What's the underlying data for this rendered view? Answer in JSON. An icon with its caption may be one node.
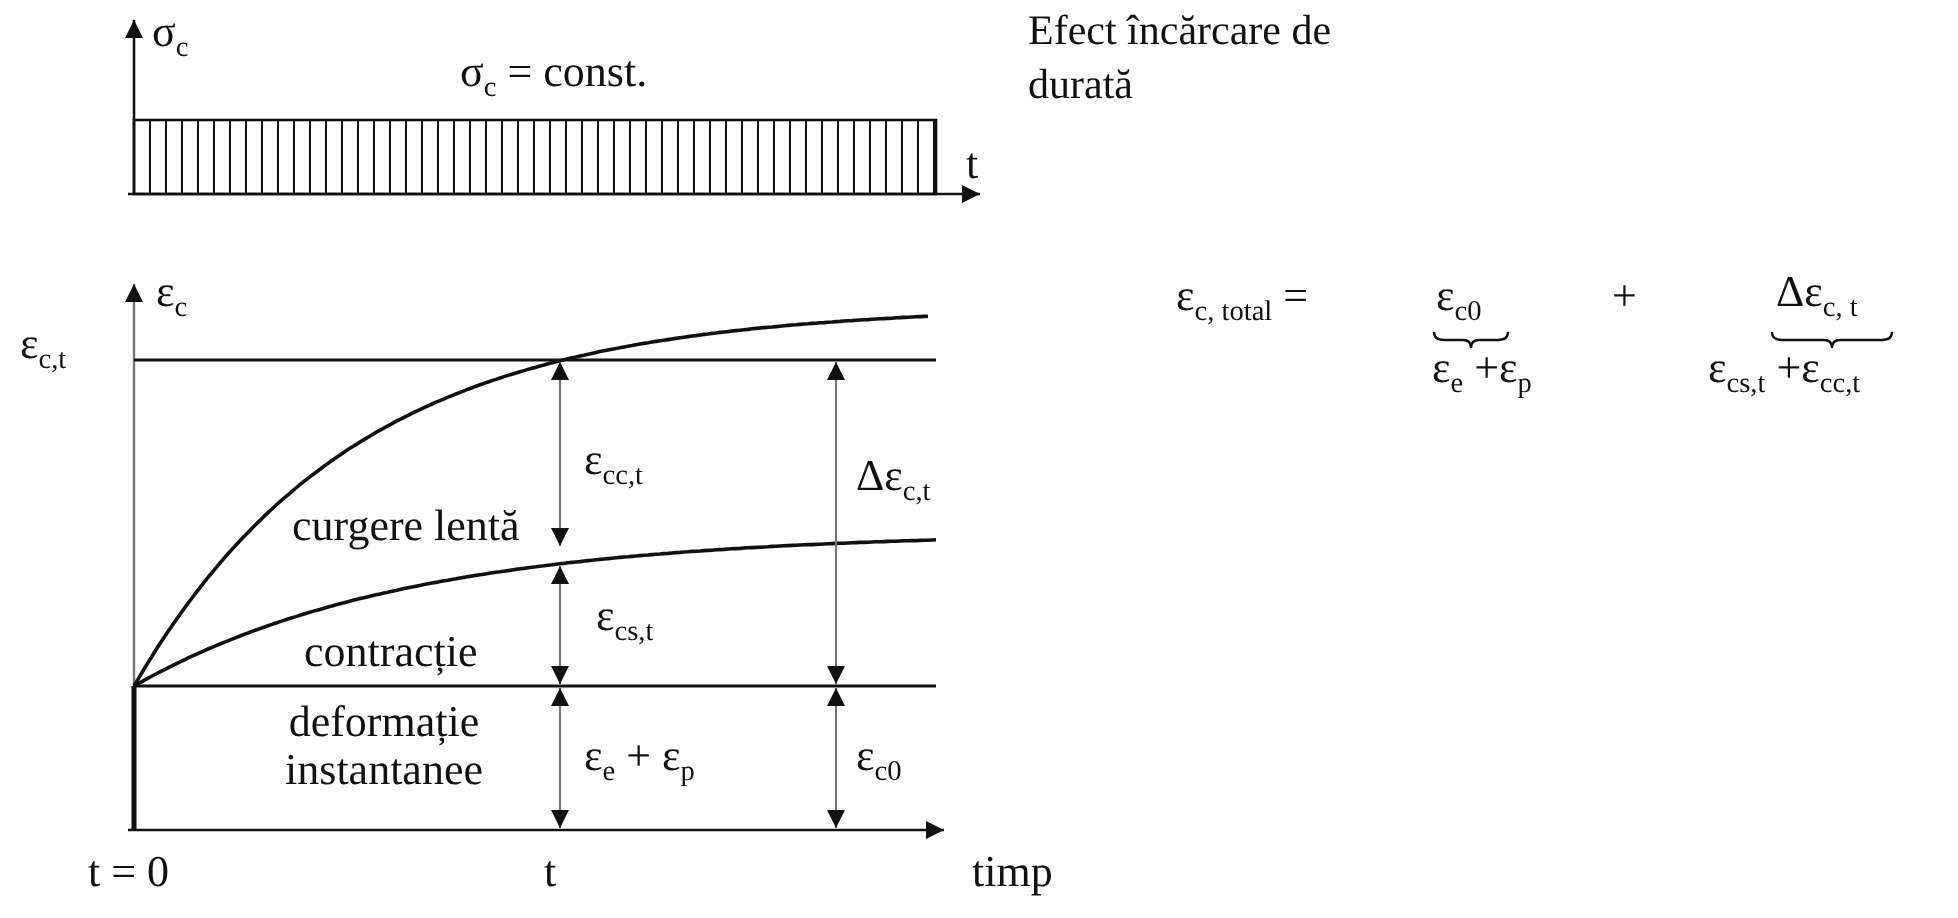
{
  "diagram": {
    "title": "Efect încărcare de durată",
    "labels": [
      "σ$_{c}$",
      "σ$_{c}$ = const.",
      "t",
      "ε$_{c}$",
      "ε$_{c,t}$",
      "ε$_{cc,t}$",
      "Δε$_{c,t}$",
      "curgere lentă",
      "contracție",
      "ε$_{cs,t}$",
      "deformație instantanee",
      "ε$_{e}$ + ε$_{p}$",
      "ε$_{c0}$",
      "t = 0",
      "t",
      "timp",
      "ε$_{c, total}$ =",
      "ε$_{c0}$",
      "+",
      "Δε$_{c, t}$",
      "ε$_{e}$ +ε$_{p}$",
      "ε$_{cs,t}$ +ε$_{cc,t}$"
    ]
  }
}
